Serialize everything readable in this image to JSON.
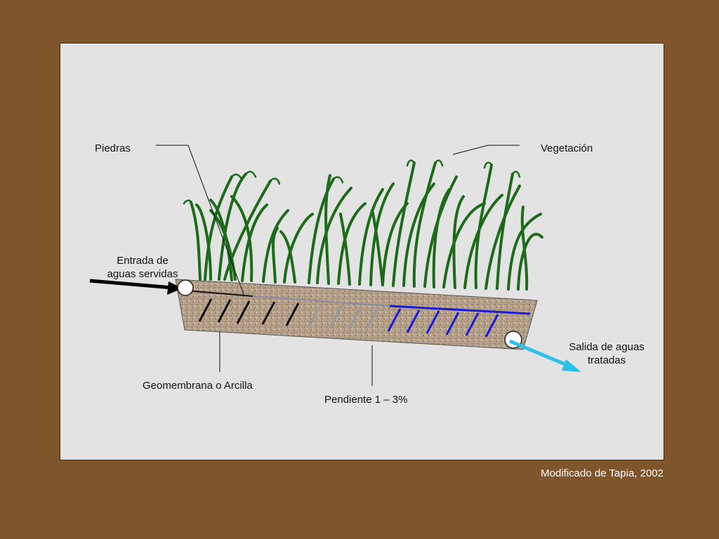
{
  "labels": {
    "piedras": "Piedras",
    "vegetacion": "Vegetación",
    "entrada_line1": "Entrada de",
    "entrada_line2": "aguas servidas",
    "salida_line1": "Salida de aguas",
    "salida_line2": "tratadas",
    "geomembrana": "Geomembrana o Arcilla",
    "pendiente": "Pendiente 1 – 3%"
  },
  "credit": "Modificado de Tapia, 2002",
  "colors": {
    "background": "#7f552c",
    "panel": "#e3e3e3",
    "bed_fill": "#b8a58e",
    "grass": "#1d6b1a",
    "water_blue": "#1a1adc",
    "water_gray": "#9a9aa0",
    "outlet_arrow": "#29c0ec",
    "inlet_arrow": "#000000"
  }
}
